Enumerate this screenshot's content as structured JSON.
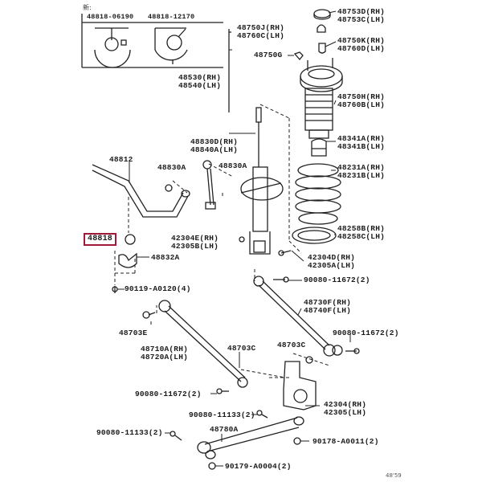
{
  "diagram": {
    "inset": {
      "header": "新:",
      "parts": [
        "48818-06190",
        "48818-12170"
      ]
    },
    "labels": {
      "p48753": [
        "48753D(RH)",
        "48753C(LH)"
      ],
      "p48750J": [
        "48750J(RH)",
        "48760C(LH)"
      ],
      "p48750K": [
        "48750K(RH)",
        "48760D(LH)"
      ],
      "p48750G": "48750G",
      "p48530": [
        "48530(RH)",
        "48540(LH)"
      ],
      "p48750H": [
        "48750H(RH)",
        "48760B(LH)"
      ],
      "p48830D": [
        "48830D(RH)",
        "48840A(LH)"
      ],
      "p48341": [
        "48341A(RH)",
        "48341B(LH)"
      ],
      "p48812": "48812",
      "p48830A_left": "48830A",
      "p48830A_right": "48830A",
      "p48231": [
        "48231A(RH)",
        "48231B(LH)"
      ],
      "p48818": "48818",
      "p42304E": [
        "42304E(RH)",
        "42305B(LH)"
      ],
      "p48258": [
        "48258B(RH)",
        "48258C(LH)"
      ],
      "p48832A": "48832A",
      "p42304D": [
        "42304D(RH)",
        "42305A(LH)"
      ],
      "p90119": "90119-A0120(4)",
      "p90080_11672_a": "90080-11672(2)",
      "p48730F": [
        "48730F(RH)",
        "48740F(LH)"
      ],
      "p48703E": "48703E",
      "p90080_11672_b": "90080-11672(2)",
      "p48710A": [
        "48710A(RH)",
        "48720A(LH)"
      ],
      "p48703C_left": "48703C",
      "p48703C_right": "48703C",
      "p90080_11672_c": "90080-11672(2)",
      "p42304": [
        "42304(RH)",
        "42305(LH)"
      ],
      "p90080_11133_a": "90080-11133(2)",
      "p90080_11133_b": "90080-11133(2)",
      "p48780A": "48780A",
      "p90178": "90178-A0011(2)",
      "p90179": "90179-A0004(2)"
    },
    "corner_code": "48'59",
    "highlight_color": "#a0183a"
  }
}
